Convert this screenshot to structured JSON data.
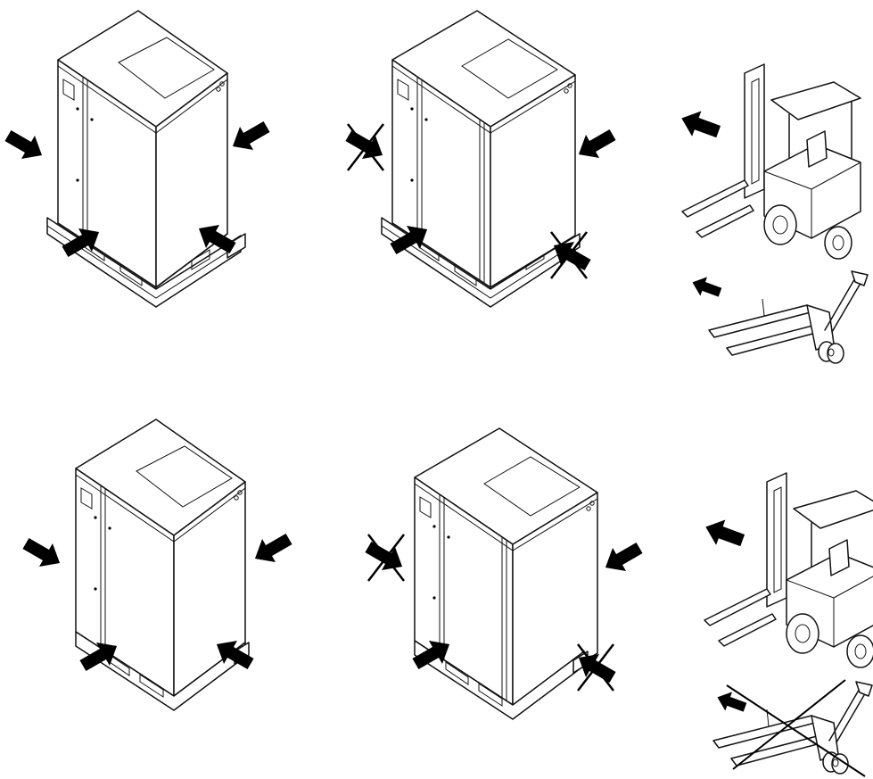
{
  "diagram": {
    "rows": [
      {
        "variant": "on-pallet",
        "machines": [
          {
            "type": "single-door",
            "arrows": [
              "left",
              "right",
              "front-left",
              "front-right"
            ],
            "forbidden": []
          },
          {
            "type": "double-door",
            "arrows": [
              "right",
              "front-left"
            ],
            "forbidden": [
              "left",
              "front-right"
            ]
          }
        ],
        "transports": [
          {
            "vehicle": "forklift",
            "allowed": true
          },
          {
            "vehicle": "pallet-jack",
            "allowed": true
          }
        ]
      },
      {
        "variant": "on-base-frame",
        "machines": [
          {
            "type": "single-door",
            "arrows": [
              "left",
              "right",
              "front-left",
              "front-right"
            ],
            "forbidden": []
          },
          {
            "type": "double-door",
            "arrows": [
              "right",
              "front-left"
            ],
            "forbidden": [
              "left",
              "front-right"
            ]
          }
        ],
        "transports": [
          {
            "vehicle": "forklift",
            "allowed": true
          },
          {
            "vehicle": "pallet-jack",
            "allowed": false
          }
        ]
      }
    ],
    "colors": {
      "ink": "#111111",
      "paper": "#ffffff"
    }
  }
}
